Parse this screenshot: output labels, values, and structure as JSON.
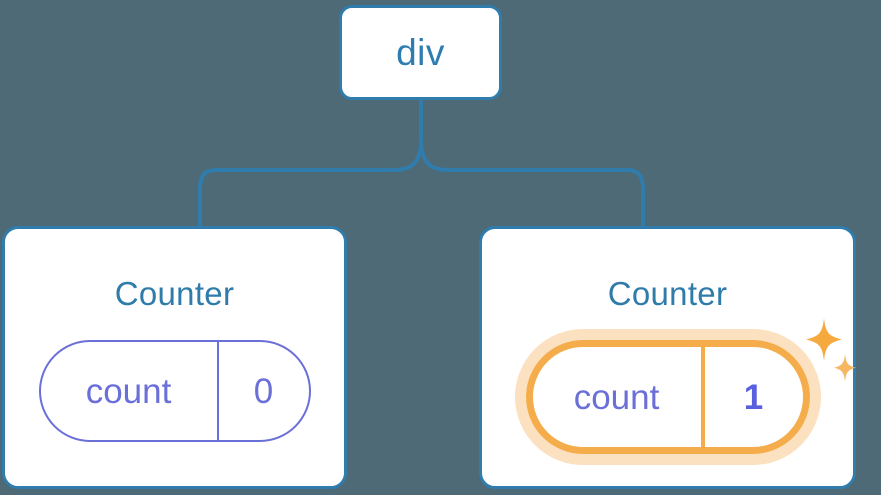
{
  "diagram": {
    "type": "component-tree",
    "background_color": "#4d6a76",
    "node_border_color": "#2f7cad",
    "node_text_color": "#2f7cab",
    "state_color": "#6b6fd8",
    "highlight_color": "#f5ad4b",
    "highlight_glow_color": "#fbdcae"
  },
  "root": {
    "label": "div"
  },
  "children": [
    {
      "title": "Counter",
      "state": {
        "key": "count",
        "value": "0",
        "highlighted": false
      }
    },
    {
      "title": "Counter",
      "state": {
        "key": "count",
        "value": "1",
        "highlighted": true
      },
      "sparkle_icons": [
        "sparkle-large",
        "sparkle-small"
      ]
    }
  ]
}
